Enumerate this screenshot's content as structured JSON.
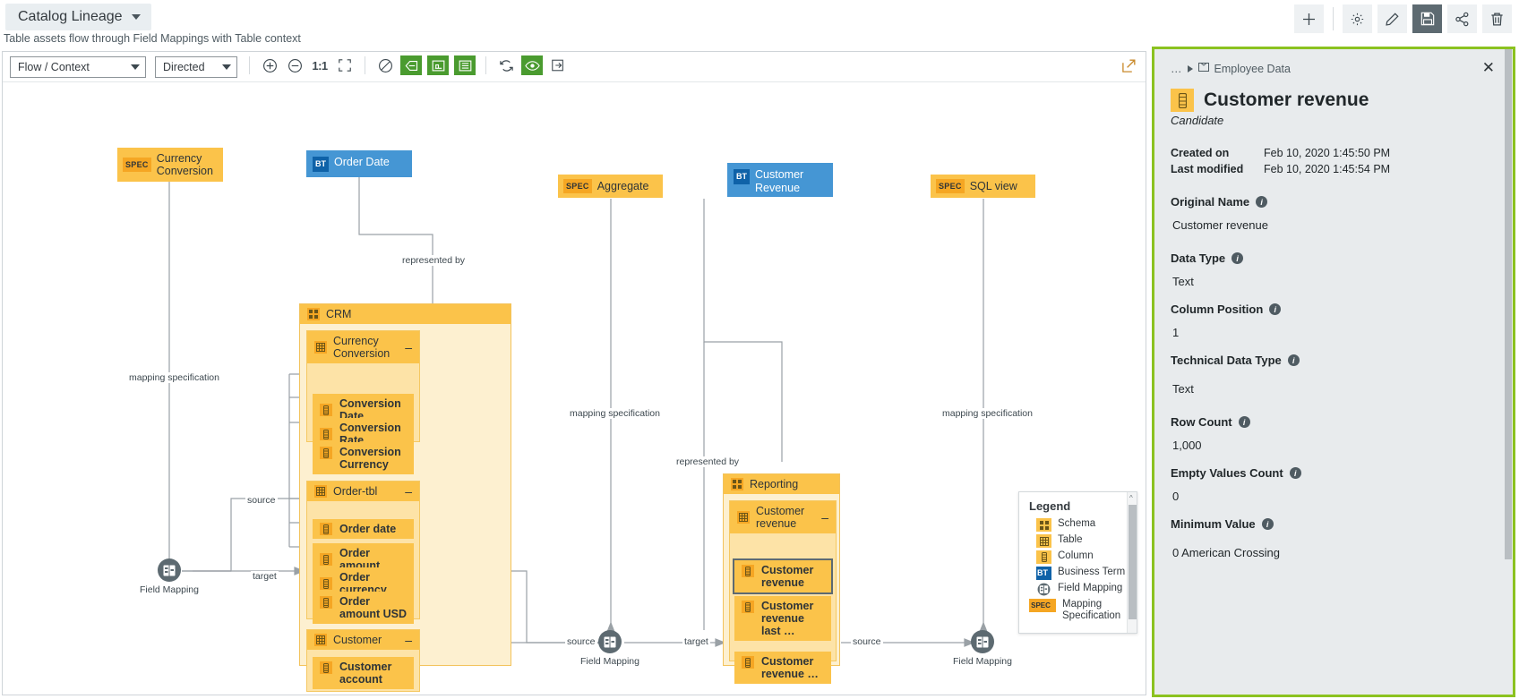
{
  "header": {
    "title": "Catalog Lineage",
    "subtitle": "Table assets flow through Field Mappings with Table context",
    "icons": [
      {
        "name": "add-icon",
        "glyph": "+"
      },
      {
        "name": "settings-gear-icon",
        "glyph": "gear"
      },
      {
        "name": "edit-pencil-icon",
        "glyph": "pencil"
      },
      {
        "name": "save-icon",
        "glyph": "floppy"
      },
      {
        "name": "share-icon",
        "glyph": "share"
      },
      {
        "name": "delete-trash-icon",
        "glyph": "trash"
      }
    ]
  },
  "toolbar": {
    "flow_select": "Flow / Context",
    "direction_select": "Directed",
    "zoom_ratio": "1:1"
  },
  "graph": {
    "spec_nodes": [
      {
        "tag": "SPEC",
        "label": "Currency Conversion"
      },
      {
        "tag": "SPEC",
        "label": "Aggregate"
      },
      {
        "tag": "SPEC",
        "label": "SQL view"
      }
    ],
    "bt_nodes": [
      {
        "tag": "BT",
        "label": "Order Date"
      },
      {
        "tag": "BT",
        "label": "Customer Revenue"
      }
    ],
    "crm": {
      "schema": "CRM",
      "tables": [
        {
          "name": "Currency Conversion",
          "collapse": "–",
          "columns": [
            "Conversion Date",
            "Conversion Rate",
            "Conversion Currency"
          ]
        },
        {
          "name": "Order-tbl",
          "collapse": "–",
          "columns": [
            "Order date",
            "Order amount",
            "Order currency",
            "Order amount USD"
          ]
        },
        {
          "name": "Customer",
          "collapse": "–",
          "columns": [
            "Customer account"
          ]
        }
      ]
    },
    "reporting": {
      "schema": "Reporting",
      "tables": [
        {
          "name": "Customer revenue",
          "collapse": "–",
          "columns": [
            "Customer revenue",
            "Customer revenue last …",
            "Customer revenue …"
          ]
        }
      ]
    },
    "field_mapping_label": "Field Mapping",
    "edge_labels": {
      "mapping_spec": "mapping specification",
      "represented_by": "represented by",
      "source": "source",
      "target": "target"
    }
  },
  "legend": {
    "title": "Legend",
    "items": [
      {
        "icon": "schema-icon",
        "tag": "",
        "label": "Schema"
      },
      {
        "icon": "table-icon",
        "tag": "",
        "label": "Table"
      },
      {
        "icon": "column-icon",
        "tag": "",
        "label": "Column"
      },
      {
        "icon": "business-term-icon",
        "tag": "BT",
        "label": "Business Term"
      },
      {
        "icon": "field-mapping-icon",
        "tag": "",
        "label": "Field Mapping"
      },
      {
        "icon": "mapping-specification-icon",
        "tag": "SPEC",
        "label": "Mapping Specification"
      }
    ]
  },
  "panel": {
    "breadcrumb_dots": "…",
    "breadcrumb_item": "Employee Data",
    "asset_name": "Customer revenue",
    "asset_state": "Candidate",
    "created_on_label": "Created on",
    "created_on_value": "Feb 10, 2020 1:45:50 PM",
    "last_modified_label": "Last modified",
    "last_modified_value": "Feb 10, 2020 1:45:54 PM",
    "fields": [
      {
        "label": "Original Name",
        "value": "Customer revenue"
      },
      {
        "label": "Data Type",
        "value": "Text"
      },
      {
        "label": "Column Position",
        "value": "1"
      },
      {
        "label": "Technical Data Type",
        "value": "Text"
      },
      {
        "label": "Row Count",
        "value": "1,000"
      },
      {
        "label": "Empty Values Count",
        "value": "0"
      },
      {
        "label": "Minimum Value",
        "value": "0 American Crossing"
      }
    ]
  },
  "colors": {
    "accent_green": "#8bc220",
    "amber": "#fbc34a",
    "blue": "#4596d4",
    "toolbar_green": "#4a9b2f"
  }
}
